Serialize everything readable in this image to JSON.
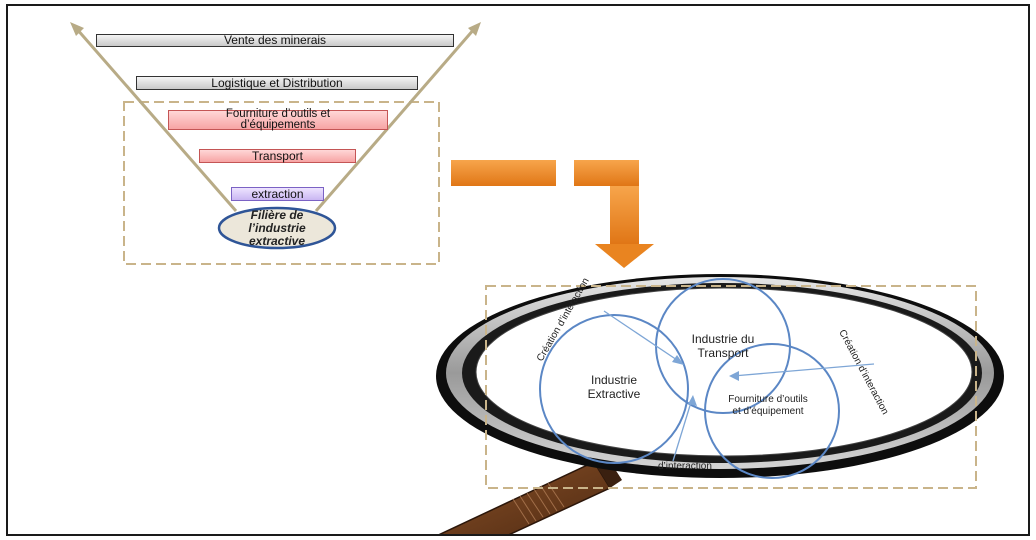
{
  "funnel": {
    "levels": [
      {
        "label": "Vente des minerais",
        "style": "grey"
      },
      {
        "label": "Logistique et Distribution",
        "style": "grey"
      },
      {
        "label": "Fourniture d’outils et d’équipements",
        "style": "pink"
      },
      {
        "label": "Transport",
        "style": "pink"
      },
      {
        "label": "extraction",
        "style": "purple"
      }
    ],
    "base_label": "Filière de l’industrie extractive"
  },
  "magnifier": {
    "circles": [
      {
        "label": "Industrie du Transport"
      },
      {
        "label": "Industrie Extractive"
      },
      {
        "label": "Fourniture d’outils et d’équipement"
      }
    ],
    "interaction_labels": [
      "Création d’interaction",
      "Création d’interaction",
      "d’interaction"
    ]
  },
  "colors": {
    "arrow_orange": "#f08c2a",
    "frame_dash": "#c9b48a",
    "circle_stroke": "#5b87c5",
    "funnel_line": "#b8ab86",
    "handle_brown": "#6b3b1c"
  }
}
